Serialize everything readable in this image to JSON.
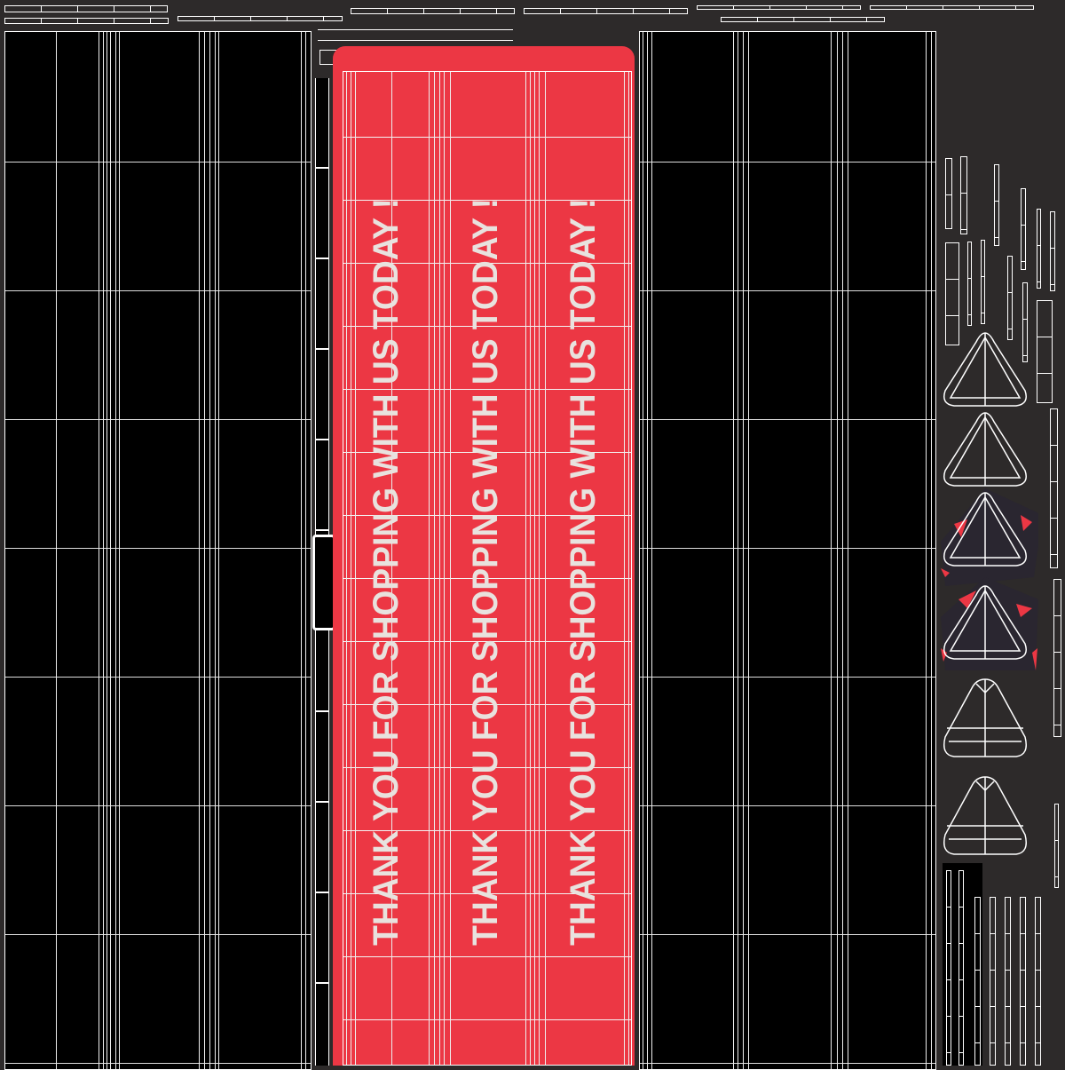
{
  "texture": {
    "slogans": [
      "THANK YOU FOR SHOPPING WITH US TODAY !",
      "THANK YOU FOR SHOPPING WITH US TODAY !",
      "THANK YOU FOR SHOPPING WITH US TODAY !"
    ],
    "colors": {
      "background": "#2d2a2a",
      "panel": "#000000",
      "accent_red": "#ec3744",
      "text": "#e8e2de",
      "wire": "#ffffff"
    }
  }
}
